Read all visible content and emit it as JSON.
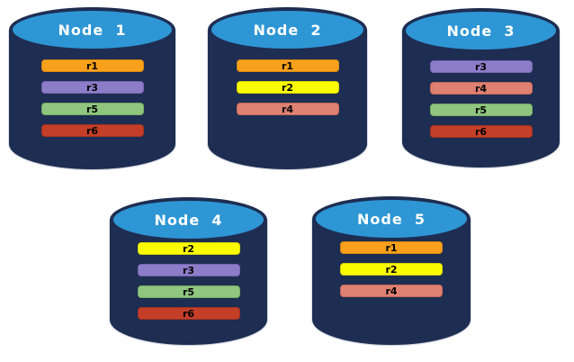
{
  "palette": {
    "cylinder_body": "#1E2D52",
    "cylinder_top": "#2E96D4",
    "title_color": "#FFFFFF",
    "bar_text_color": "#000000"
  },
  "replica_colors": {
    "r1": "#F9A11C",
    "r2": "#FBFB02",
    "r3": "#8D7CC8",
    "r4": "#DF8172",
    "r5": "#8FC57F",
    "r6": "#C43E28"
  },
  "nodes": [
    {
      "title": "Node  1",
      "replicas": [
        {
          "label": "r1",
          "color": "#F9A11C",
          "border": "#D8890E"
        },
        {
          "label": "r3",
          "color": "#8D7CC8",
          "border": "#7566B2"
        },
        {
          "label": "r5",
          "color": "#8FC57F",
          "border": "#74AC62"
        },
        {
          "label": "r6",
          "color": "#C43E28",
          "border": "#A53220"
        }
      ]
    },
    {
      "title": "Node  2",
      "replicas": [
        {
          "label": "r1",
          "color": "#F9A11C",
          "border": "#D8890E"
        },
        {
          "label": "r2",
          "color": "#FBFB02",
          "border": "#D6D600"
        },
        {
          "label": "r4",
          "color": "#DF8172",
          "border": "#C5685A"
        }
      ]
    },
    {
      "title": "Node  3",
      "replicas": [
        {
          "label": "r3",
          "color": "#8D7CC8",
          "border": "#7566B2"
        },
        {
          "label": "r4",
          "color": "#DF8172",
          "border": "#C5685A"
        },
        {
          "label": "r5",
          "color": "#8FC57F",
          "border": "#74AC62"
        },
        {
          "label": "r6",
          "color": "#C43E28",
          "border": "#A53220"
        }
      ]
    },
    {
      "title": "Node  4",
      "replicas": [
        {
          "label": "r2",
          "color": "#FBFB02",
          "border": "#D6D600"
        },
        {
          "label": "r3",
          "color": "#8D7CC8",
          "border": "#7566B2"
        },
        {
          "label": "r5",
          "color": "#8FC57F",
          "border": "#74AC62"
        },
        {
          "label": "r6",
          "color": "#C43E28",
          "border": "#A53220"
        }
      ]
    },
    {
      "title": "Node  5",
      "replicas": [
        {
          "label": "r1",
          "color": "#F9A11C",
          "border": "#D8890E"
        },
        {
          "label": "r2",
          "color": "#FBFB02",
          "border": "#D6D600"
        },
        {
          "label": "r4",
          "color": "#DF8172",
          "border": "#C5685A"
        }
      ]
    }
  ]
}
